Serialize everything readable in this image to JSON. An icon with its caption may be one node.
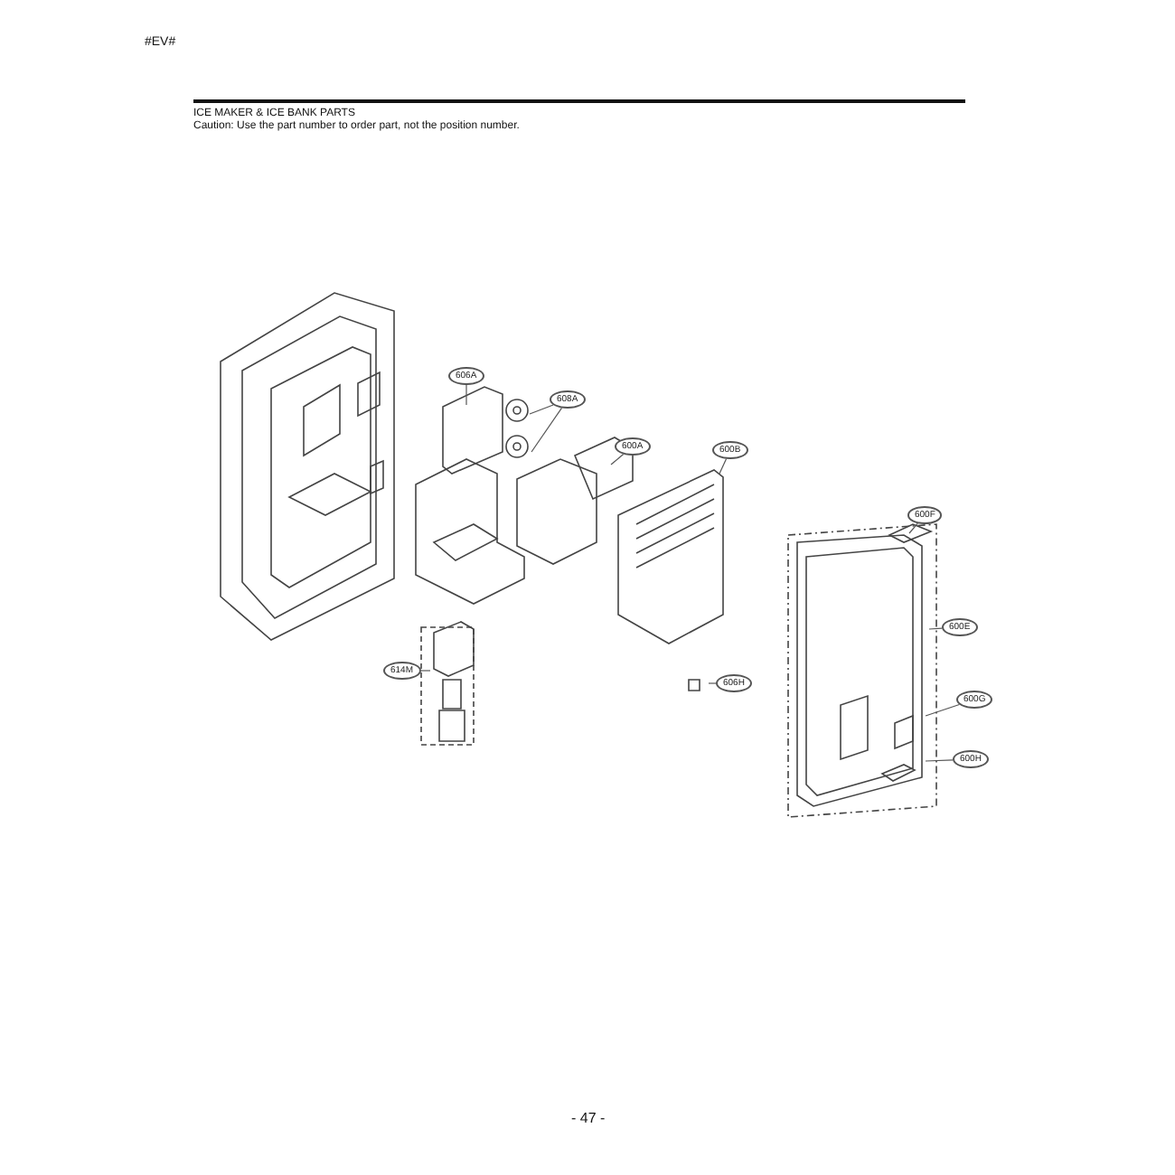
{
  "diagram": {
    "title": "ICE MAKER & ICE BANK PARTS",
    "nodes": [
      {
        "text": [
          "606A"
        ]
      },
      {
        "text": [
          "608A"
        ]
      },
      {
        "text": [
          "600A"
        ]
      },
      {
        "text": [
          "600B"
        ]
      },
      {
        "text": [
          "600F"
        ]
      },
      {
        "text": [
          "600E"
        ]
      },
      {
        "text": [
          "600G"
        ]
      },
      {
        "text": [
          "600H"
        ]
      },
      {
        "text": [
          "614M"
        ]
      },
      {
        "text": [
          "606H"
        ]
      }
    ],
    "edges": [
      {
        "from": 0,
        "to": null,
        "arrow": "none"
      },
      {
        "from": 1,
        "to": null,
        "arrow": "none"
      },
      {
        "from": 1,
        "to": null,
        "arrow": "none"
      },
      {
        "from": 2,
        "to": null,
        "arrow": "none"
      },
      {
        "from": 3,
        "to": null,
        "arrow": "none"
      },
      {
        "from": 4,
        "to": null,
        "arrow": "none"
      },
      {
        "from": 5,
        "to": null,
        "arrow": "none"
      },
      {
        "from": 6,
        "to": null,
        "arrow": "none"
      },
      {
        "from": 7,
        "to": null,
        "arrow": "none"
      },
      {
        "from": 8,
        "to": null,
        "arrow": "none"
      },
      {
        "from": 9,
        "to": null,
        "arrow": "none"
      }
    ],
    "labels": [
      "#EV#",
      "Caution: Use the part number to order part, not the position number.",
      "- 47 -"
    ]
  }
}
